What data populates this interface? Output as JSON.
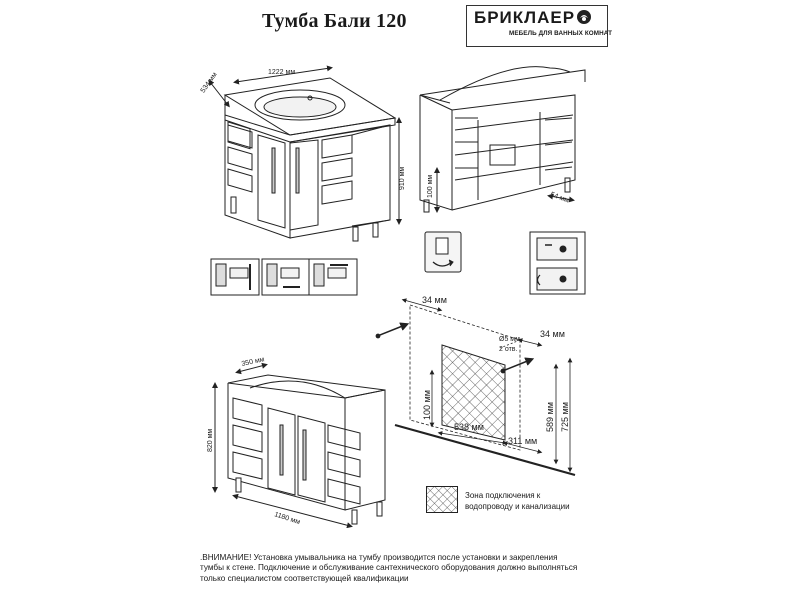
{
  "title": "Тумба Бали 120",
  "brand": {
    "name": "БРИКЛАЕР",
    "tagline": "МЕБЕЛЬ ДЛЯ ВАННЫХ КОМНАТ"
  },
  "top_cabinet": {
    "depth_label": "534 мм",
    "width_label": "1222 мм",
    "height_label": "910 мм"
  },
  "open_cabinet": {
    "leg_height_label": "100 мм",
    "back_offset_label": "54 мм"
  },
  "bottom_cabinet": {
    "depth_label": "350 мм",
    "height_label": "820 мм",
    "width_label": "1180 мм"
  },
  "wall_scheme": {
    "top_offset_label": "34 мм",
    "right_offset_label": "34 мм",
    "hole_note_line1": "Ø5 мм",
    "hole_note_line2": "2 отв.",
    "zone_height_label": "100 мм",
    "zone_width_label": "538 мм",
    "zone_side_label": "311 мм",
    "height_589_label": "589 мм",
    "height_725_label": "725 мм"
  },
  "legend": {
    "text_line1": "Зона подключения к",
    "text_line2": "водопроводу и канализации"
  },
  "warning": {
    "line1": ".ВНИМАНИЕ! Установка умывальника на тумбу производится после установки и закрепления",
    "line2": "тумбы к стене. Подключение и обслуживание сантехнического оборудования должно выполняться",
    "line3": "только специалистом соответствующей квалификации"
  }
}
